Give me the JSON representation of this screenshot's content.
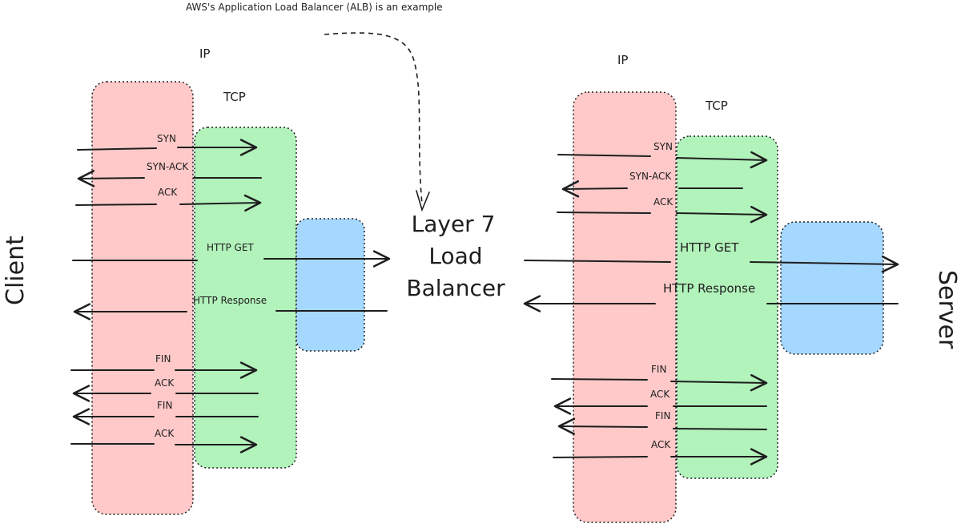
{
  "annotation": "AWS's Application Load Balancer (ALB) is an example",
  "center_label": [
    "Layer 7",
    "Load",
    "Balancer"
  ],
  "client": {
    "side_label": "Client",
    "ip_label": "IP",
    "tcp_label": "TCP",
    "messages": {
      "syn": "SYN",
      "syn_ack": "SYN-ACK",
      "ack1": "ACK",
      "http_get": "HTTP GET",
      "http_response": "HTTP Response",
      "fin1": "FIN",
      "ack2": "ACK",
      "fin2": "FIN",
      "ack3": "ACK"
    }
  },
  "server": {
    "side_label": "Server",
    "ip_label": "IP",
    "tcp_label": "TCP",
    "messages": {
      "syn": "SYN",
      "syn_ack": "SYN-ACK",
      "ack1": "ACK",
      "http_get": "HTTP GET",
      "http_response": "HTTP Response",
      "fin1": "FIN",
      "ack2": "ACK",
      "fin2": "FIN",
      "ack3": "ACK"
    }
  },
  "colors": {
    "ip_layer": "#ffc9c9",
    "tcp_layer": "#b2f2bb",
    "app_layer": "#a5d8ff",
    "stroke": "#1e1e1e"
  }
}
